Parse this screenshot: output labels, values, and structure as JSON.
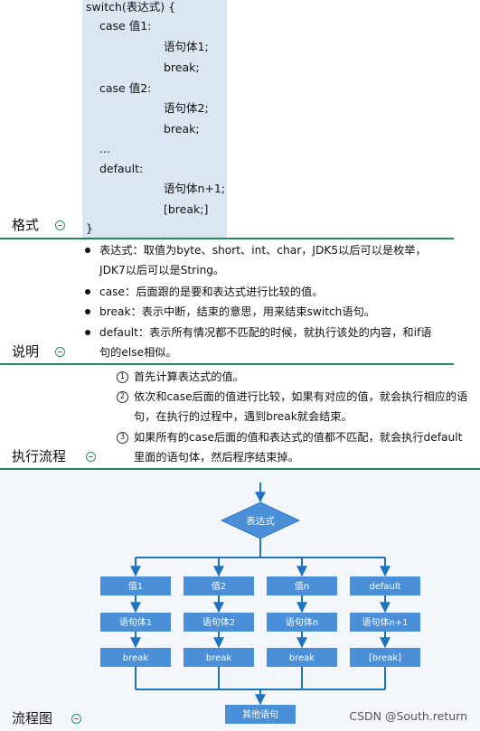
{
  "format_section": {
    "label": "格式",
    "code_lines": [
      "switch(表达式) {",
      "case 值1:",
      "语句体1;",
      "break;",
      "case 值2:",
      "语句体2;",
      "break;",
      "...",
      "default:",
      "语句体n+1;",
      "[break;]",
      "}"
    ]
  },
  "description_section": {
    "label": "说明",
    "bullets": [
      {
        "lines": [
          "表达式：取值为byte、short、int、char，JDK5以后可以是枚举，",
          "JDK7以后可以是String。"
        ]
      },
      {
        "lines": [
          "case：后面跟的是要和表达式进行比较的值。"
        ]
      },
      {
        "lines": [
          "break：表示中断，结束的意思，用来结束switch语句。"
        ]
      },
      {
        "lines": [
          "default：表示所有情况都不匹配的时候，就执行该处的内容，和if语",
          "句的else相似。"
        ]
      }
    ]
  },
  "flow_section": {
    "label": "执行流程",
    "steps": [
      {
        "marker": "1",
        "lines": [
          "首先计算表达式的值。"
        ]
      },
      {
        "marker": "2",
        "lines": [
          "依次和case后面的值进行比较，如果有对应的值，就会执行相应的语",
          "句，在执行的过程中，遇到break就会结束。"
        ]
      },
      {
        "marker": "3",
        "lines": [
          "如果所有的case后面的值和表达式的值都不匹配，就会执行default",
          "里面的语句体，然后程序结束掉。"
        ]
      }
    ]
  },
  "diagram_section": {
    "label": "流程图",
    "decision": "表达式",
    "columns": [
      {
        "case": "值1",
        "body": "语句体1",
        "end": "break"
      },
      {
        "case": "值2",
        "body": "语句体2",
        "end": "break"
      },
      {
        "case": "值n",
        "body": "语句体n",
        "end": "break"
      },
      {
        "case": "default",
        "body": "语句体n+1",
        "end": "[break]"
      }
    ],
    "final": "其他语句"
  },
  "watermark": "CSDN @South.return",
  "colors": {
    "code_bg": "#dce6f2",
    "rule": "#1f8a5c",
    "icon": "#2e8f63",
    "flow_fill": "#4a8fd8",
    "flow_line": "#1e73be",
    "flow_bg": "#f3f6fb"
  },
  "icons": {
    "section_toggle": "collapse-circle-icon",
    "step_marker": "circled-number-icon"
  }
}
